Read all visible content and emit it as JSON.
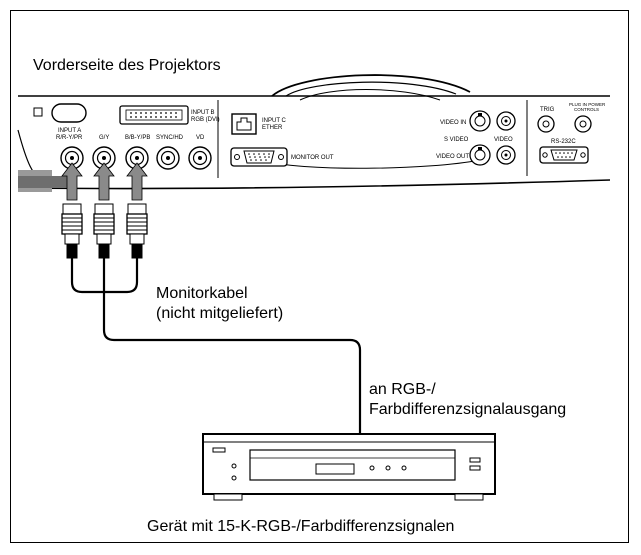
{
  "title": "Vorderseite des Projektors",
  "cable_label": [
    "Monitorkabel",
    "(nicht mitgeliefert)"
  ],
  "output_label": [
    "an RGB-/",
    "Farbdifferenzsignalausgang"
  ],
  "device_label": "Gerät mit 15-K-RGB-/Farbdifferenzsignalen",
  "panel": {
    "input_a": [
      "INPUT A",
      "R/R-Y/PR"
    ],
    "g_y": "G/Y",
    "b_by": "B/B-Y/PB",
    "sync_hd": "SYNC/HD",
    "vd": "VD",
    "input_b": [
      "INPUT B",
      "RGB (DVI)"
    ],
    "input_c": [
      "INPUT C",
      "ETHER"
    ],
    "monitor_out": "MONITOR OUT",
    "video_in": "VIDEO IN",
    "s_video": "S VIDEO",
    "video": "VIDEO",
    "video_out": "VIDEO OUT",
    "trig": "TRIG",
    "controls": [
      "PLUG IN POWER",
      "CONTROLS"
    ],
    "rs232c": "RS-232C"
  }
}
